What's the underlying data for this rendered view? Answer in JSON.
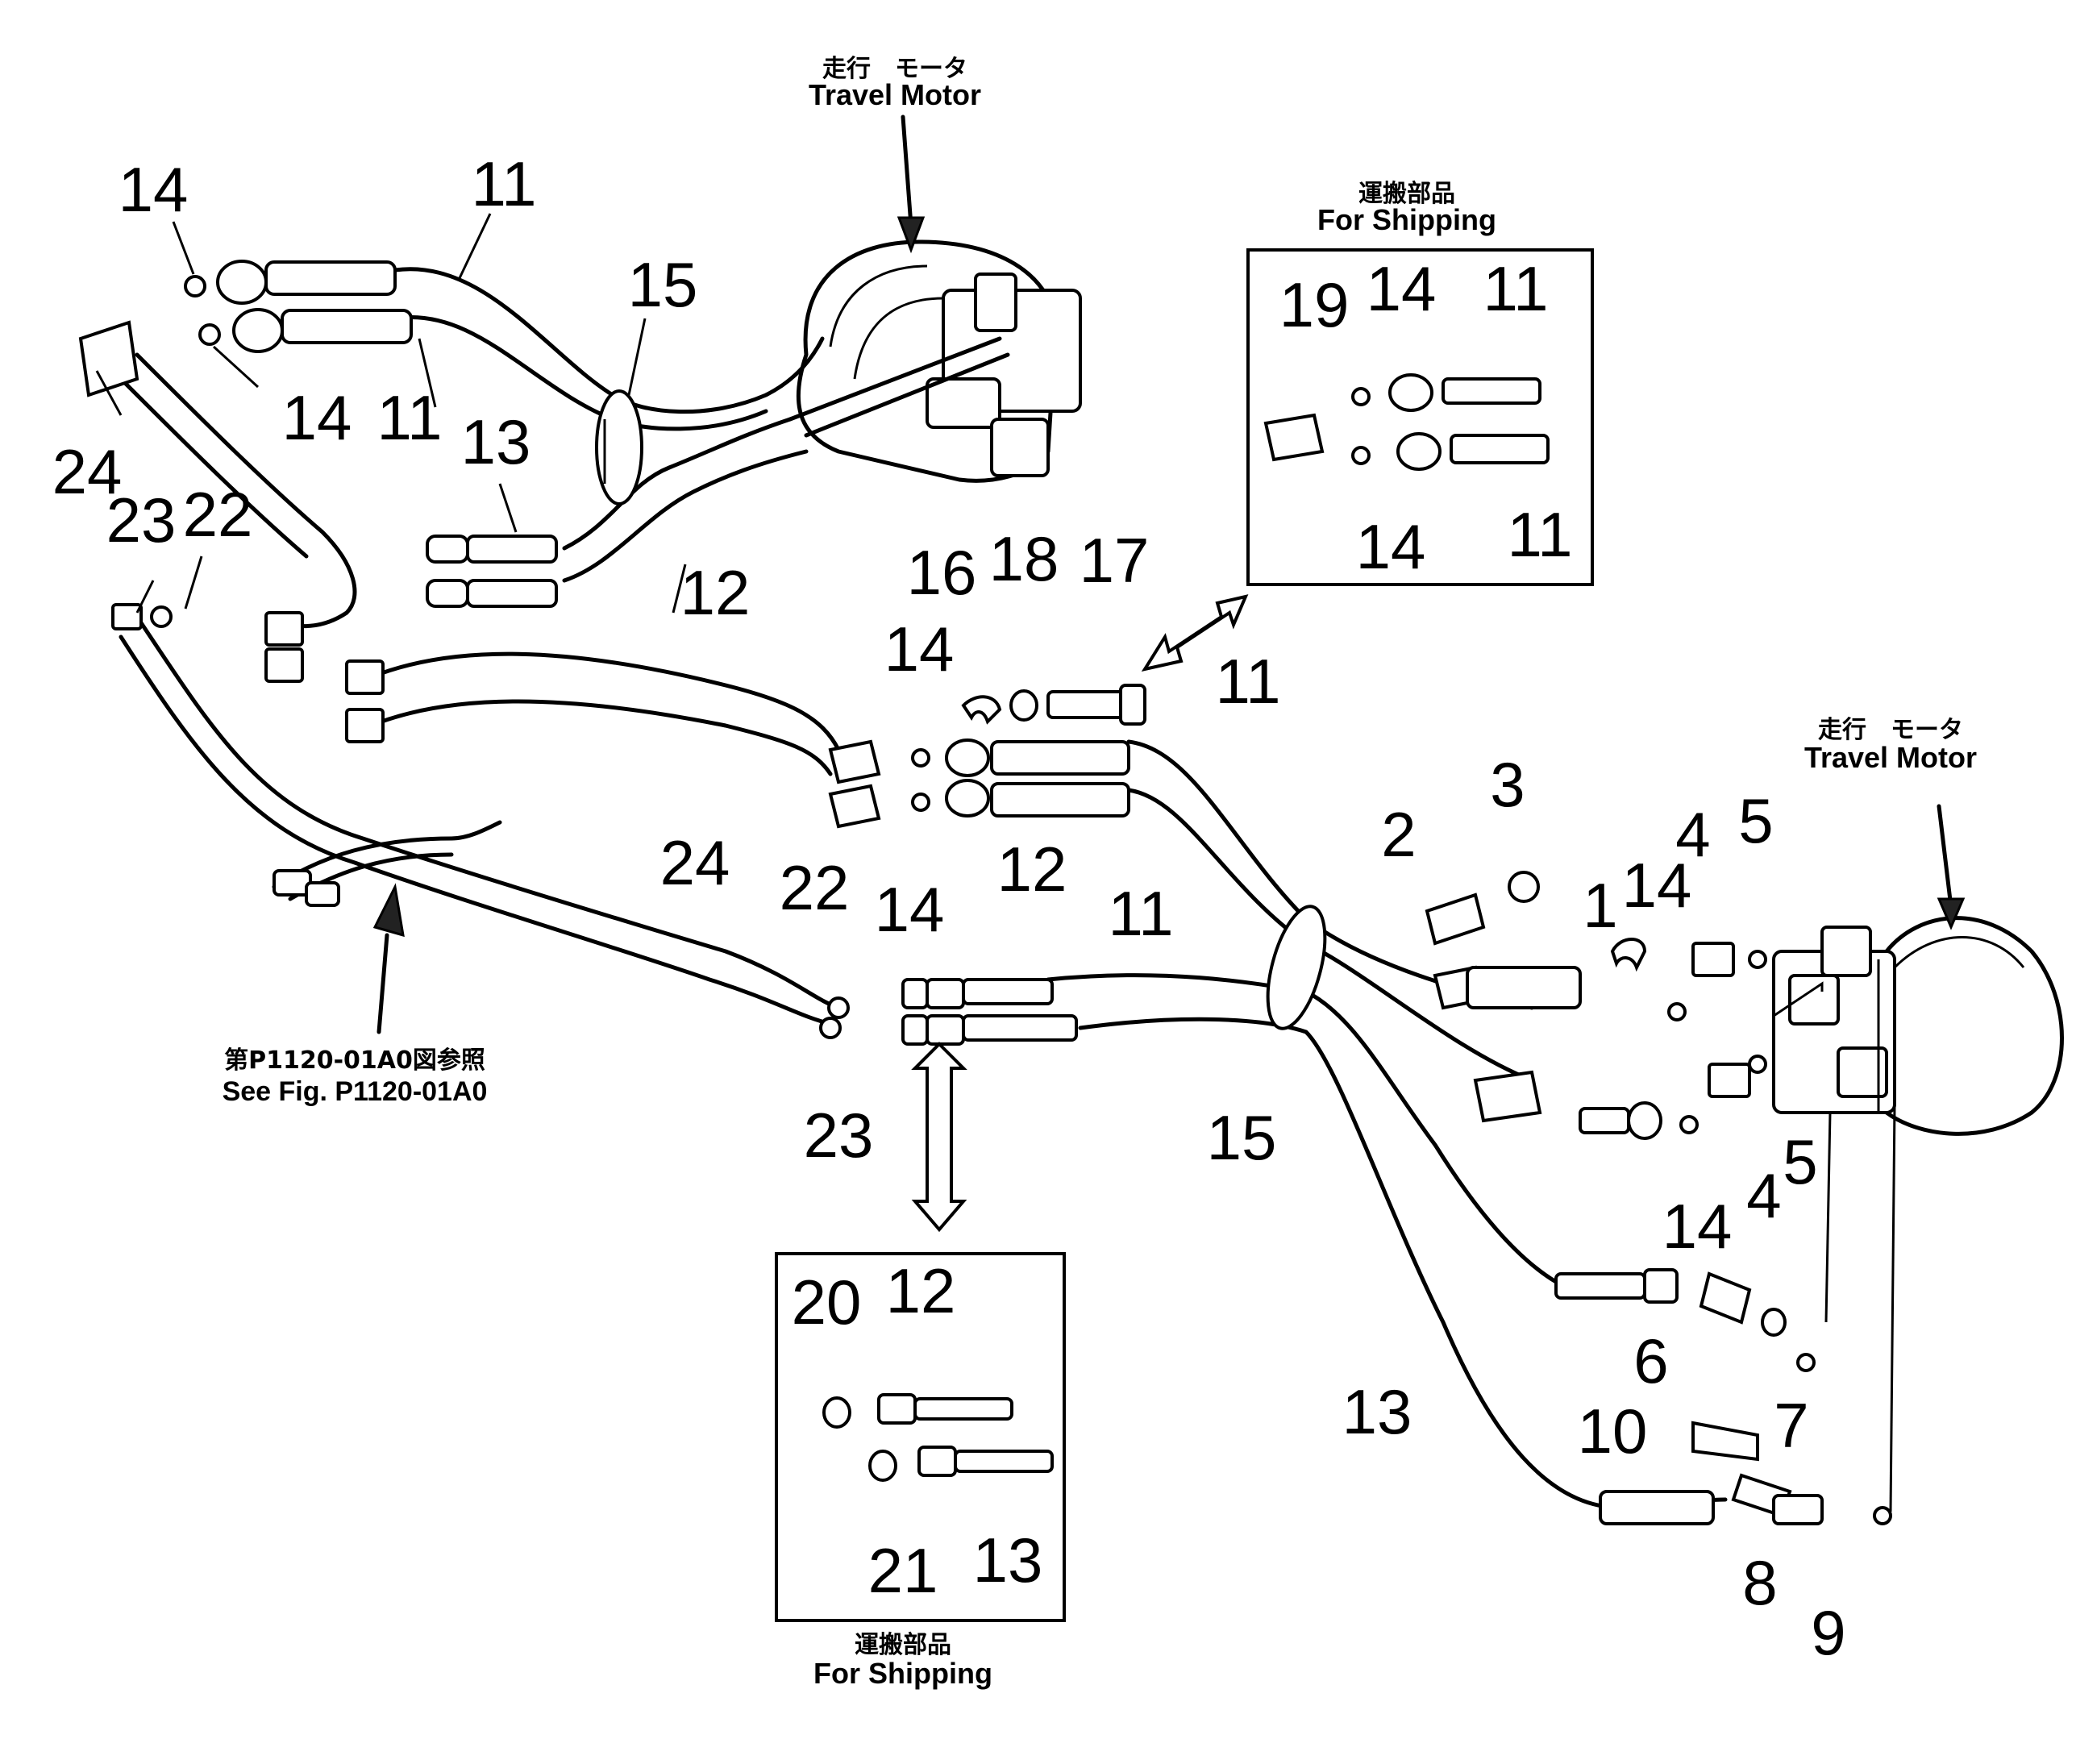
{
  "callouts": {
    "travel_motor_top": {
      "jp": "走行　モータ",
      "en": "Travel Motor"
    },
    "travel_motor_right": {
      "jp": "走行　モータ",
      "en": "Travel Motor"
    },
    "shipping_top": {
      "jp": "運搬部品",
      "en": "For Shipping"
    },
    "shipping_bottom": {
      "jp": "運搬部品",
      "en": "For Shipping"
    },
    "see_fig": {
      "jp": "第P1120-01A0図参照",
      "en": "See Fig. P1120-01A0"
    }
  },
  "labels": [
    "14",
    "11",
    "15",
    "14",
    "11",
    "13",
    "24",
    "23",
    "22",
    "12",
    "19",
    "14",
    "11",
    "14",
    "11",
    "16",
    "18",
    "17",
    "14",
    "11",
    "24",
    "14",
    "11",
    "12",
    "22",
    "3",
    "2",
    "1",
    "14",
    "4",
    "5",
    "23",
    "15",
    "4",
    "5",
    "14",
    "6",
    "13",
    "10",
    "7",
    "8",
    "9",
    "20",
    "12",
    "21",
    "13"
  ]
}
